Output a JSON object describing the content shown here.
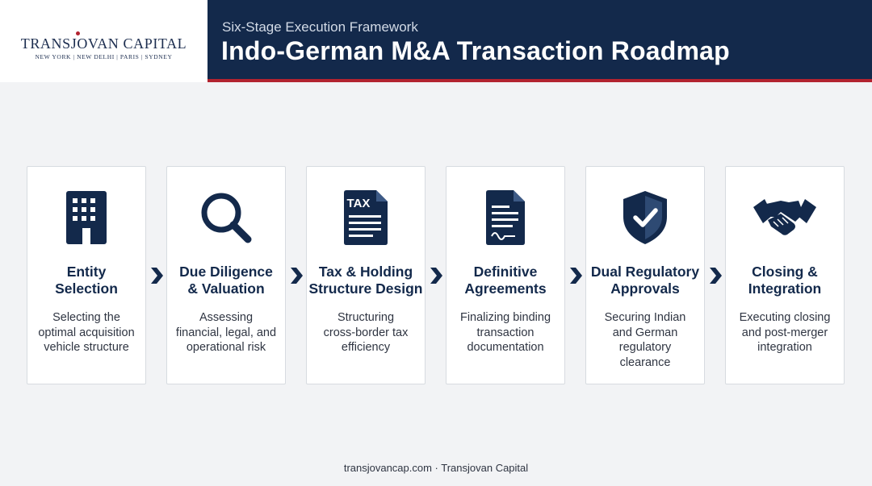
{
  "logo": {
    "name": "TRANSJOVAN CAPITAL",
    "cities": "NEW YORK  |  NEW DELHI  |  PARIS  |  SYDNEY"
  },
  "header": {
    "subtitle": "Six-Stage Execution Framework",
    "title": "Indo-German M&A Transaction Roadmap"
  },
  "stages": [
    {
      "icon": "building-icon",
      "title_line1": "Entity",
      "title_line2": "Selection",
      "desc": [
        "Selecting the",
        "optimal acquisition",
        "vehicle structure"
      ]
    },
    {
      "icon": "magnifier-icon",
      "title_line1": "Due Diligence",
      "title_line2": "& Valuation",
      "desc": [
        "Assessing",
        "financial, legal, and",
        "operational risk"
      ]
    },
    {
      "icon": "tax-document-icon",
      "title_line1": "Tax & Holding",
      "title_line2": "Structure Design",
      "desc": [
        "Structuring",
        "cross-border tax",
        "efficiency"
      ]
    },
    {
      "icon": "contract-document-icon",
      "title_line1": "Definitive",
      "title_line2": "Agreements",
      "desc": [
        "Finalizing binding",
        "transaction",
        "documentation"
      ]
    },
    {
      "icon": "shield-check-icon",
      "title_line1": "Dual Regulatory",
      "title_line2": "Approvals",
      "desc": [
        "Securing Indian",
        "and German",
        "regulatory",
        "clearance"
      ]
    },
    {
      "icon": "handshake-icon",
      "title_line1": "Closing &",
      "title_line2": "Integration",
      "desc": [
        "Executing closing",
        "and post-merger",
        "integration"
      ]
    }
  ],
  "tax_icon_label": "TAX",
  "colors": {
    "navy": "#13294b",
    "accent_red": "#b2232f",
    "background": "#f2f3f5"
  },
  "footer": "transjovancap.com · Transjovan Capital"
}
